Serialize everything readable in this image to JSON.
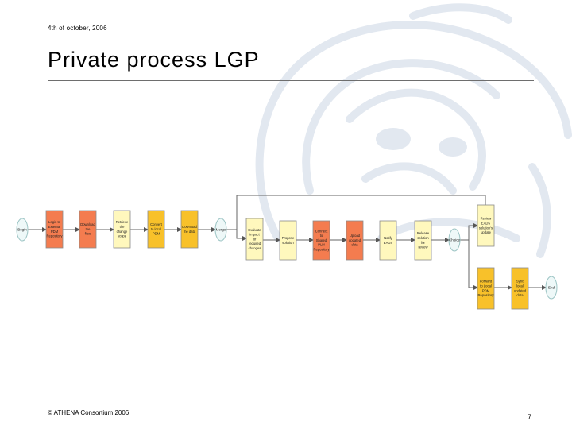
{
  "header": {
    "date": "4th of october, 2006",
    "title": "Private process LGP"
  },
  "footer": {
    "copyright": "© ATHENA Consortium 2006",
    "page_number": "7"
  },
  "colors": {
    "orange": "#f47c4f",
    "yellow": "#fff8bd",
    "gold": "#f8c12a",
    "event_fill": "#eef8f8",
    "event_stroke": "#9cc4c4",
    "watermark": "#e2e8f0"
  },
  "diagram": {
    "nodes": [
      {
        "id": "begin",
        "kind": "event",
        "label": "Begin"
      },
      {
        "id": "login",
        "kind": "orange",
        "label": "Login to External PDM Repository"
      },
      {
        "id": "download_files",
        "kind": "orange",
        "label": "Download the files"
      },
      {
        "id": "retrieve_change",
        "kind": "yellow",
        "label": "Retrieve the change scope"
      },
      {
        "id": "convert_pdm",
        "kind": "gold",
        "label": "Convert to local PDM"
      },
      {
        "id": "download_data",
        "kind": "gold",
        "label": "Download the data"
      },
      {
        "id": "merge",
        "kind": "event",
        "label": "Merge"
      },
      {
        "id": "evaluate",
        "kind": "yellow",
        "label": "Evaluate impact of required changes"
      },
      {
        "id": "propose",
        "kind": "yellow",
        "label": "Propose solution"
      },
      {
        "id": "connect_shared",
        "kind": "orange",
        "label": "Connect to Shared PLM Repository"
      },
      {
        "id": "upload",
        "kind": "orange",
        "label": "Upload updated data"
      },
      {
        "id": "notify",
        "kind": "yellow",
        "label": "Notify EADS"
      },
      {
        "id": "release",
        "kind": "yellow",
        "label": "Release solution for review"
      },
      {
        "id": "choice",
        "kind": "event",
        "label": "Choice"
      },
      {
        "id": "review",
        "kind": "yellow",
        "label": "Review EADS solution's update"
      },
      {
        "id": "forward",
        "kind": "gold",
        "label": "Forward to Local PDM Repository"
      },
      {
        "id": "sync",
        "kind": "gold",
        "label": "Sync local updated data"
      },
      {
        "id": "end",
        "kind": "event",
        "label": "End"
      }
    ]
  }
}
